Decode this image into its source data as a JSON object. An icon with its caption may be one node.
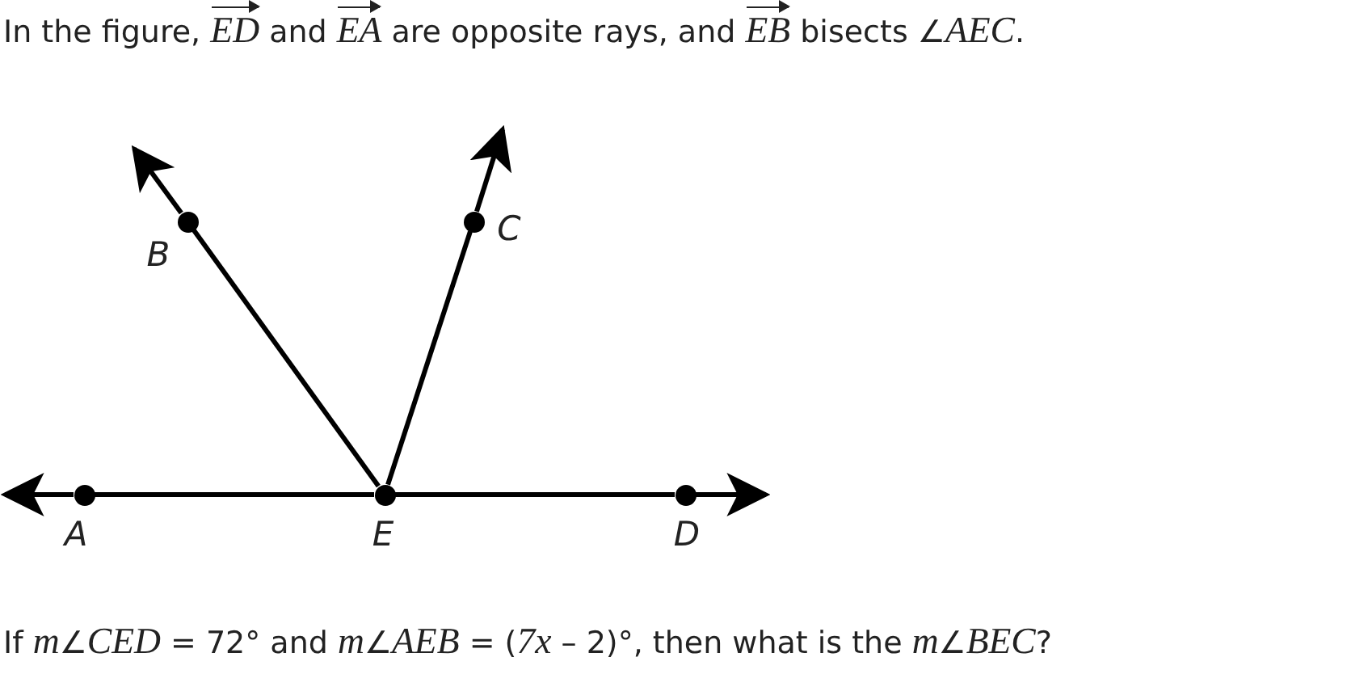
{
  "diagram": {
    "title": "In the figure, *ED* and *EA* are opposite rays, and *EB* bisects ∠*AEC*.",
    "caption": "If *m*∠*CED* = 72° and *m*∠*AEB* = (*7x* – 2)°, then what is the *m*∠*BEC*?",
    "nodes": [
      {
        "text": [],
        "shape": "circle",
        "beside": [
          "B"
        ]
      },
      {
        "text": [],
        "shape": "circle",
        "beside": [
          "C"
        ]
      },
      {
        "text": [],
        "shape": "circle",
        "beside": [
          "A"
        ]
      },
      {
        "text": [],
        "shape": "circle",
        "beside": [
          "E"
        ]
      },
      {
        "text": [],
        "shape": "circle",
        "beside": [
          "D"
        ]
      }
    ],
    "edges": [
      {
        "from": 3,
        "to": 0,
        "arrow": "none"
      },
      {
        "from": 0,
        "to": null,
        "arrow": "to"
      },
      {
        "from": 3,
        "to": 1,
        "arrow": "none"
      },
      {
        "from": 1,
        "to": null,
        "arrow": "to"
      },
      {
        "from": 3,
        "to": 2,
        "arrow": "none"
      },
      {
        "from": 2,
        "to": null,
        "arrow": "to"
      },
      {
        "from": 3,
        "to": 4,
        "arrow": "none"
      },
      {
        "from": 4,
        "to": null,
        "arrow": "to"
      }
    ]
  }
}
